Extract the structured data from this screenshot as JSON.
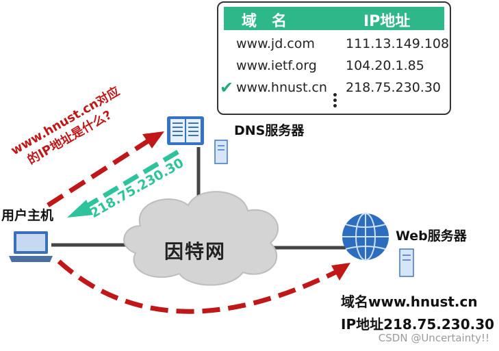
{
  "dns_table": {
    "header": {
      "domain": "域　名",
      "ip": "IP地址"
    },
    "rows": [
      {
        "domain": "www.jd.com",
        "ip": "111.13.149.108",
        "checked": false
      },
      {
        "domain": "www.ietf.org",
        "ip": "104.20.1.85",
        "checked": false
      },
      {
        "domain": "www.hnust.cn",
        "ip": "218.75.230.30",
        "checked": true
      }
    ],
    "header_color": "#2eb88a"
  },
  "dns_server": {
    "label": "DNS服务器"
  },
  "user_host": {
    "label": "用户主机"
  },
  "internet": {
    "label": "因特网"
  },
  "web_server": {
    "label": "Web服务器",
    "domain_line": "域名www.hnust.cn",
    "ip_line": "IP地址218.75.230.30"
  },
  "query": {
    "line1": "www.hnust.cn对应",
    "line2": "的IP地址是什么?",
    "color": "#c01818"
  },
  "reply": {
    "text": "218.75.230.30",
    "color": "#2ec39a"
  },
  "watermark": "CSDN @Uncertainty!!"
}
